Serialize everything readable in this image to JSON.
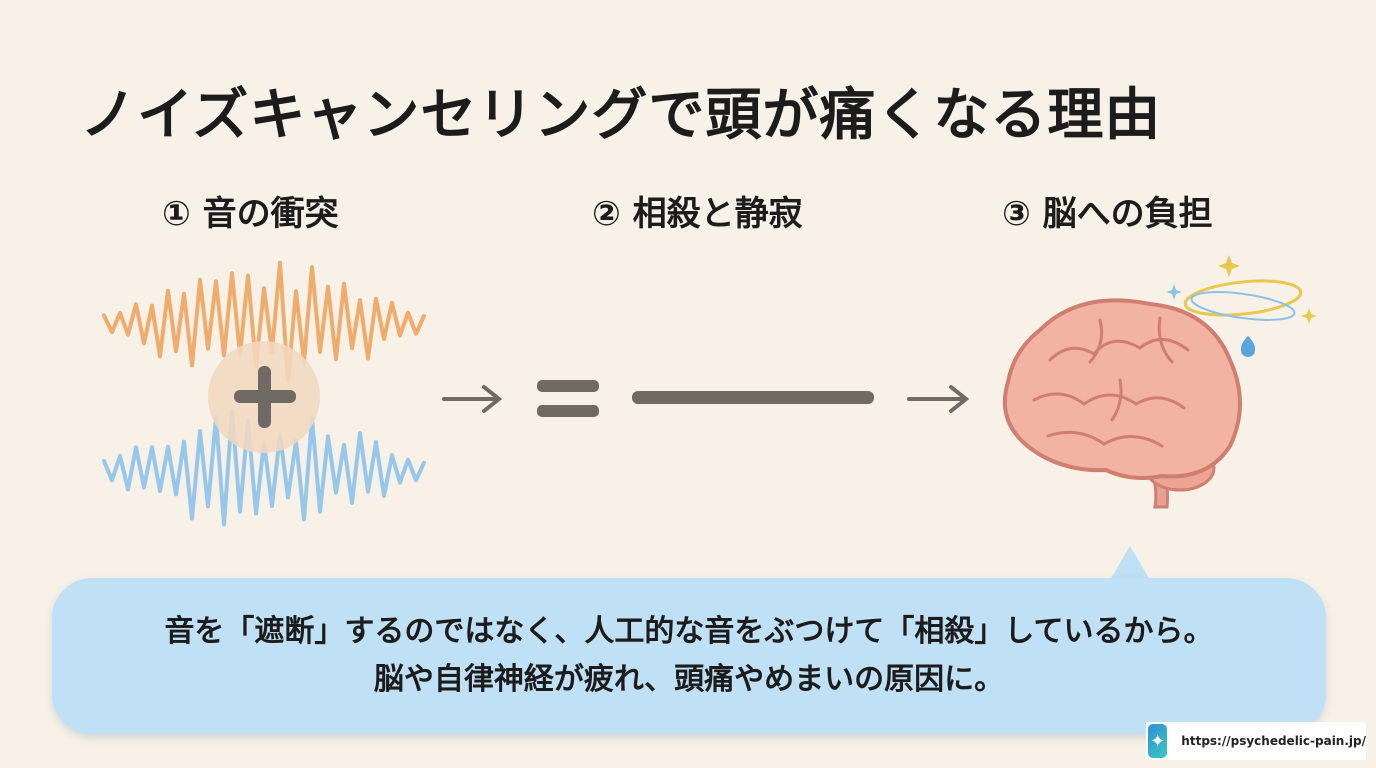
{
  "title": "ノイズキャンセリングで頭が痛くなる理由",
  "steps": [
    {
      "label": "① 音の衝突"
    },
    {
      "label": "② 相殺と静寂"
    },
    {
      "label": "③ 脳への負担"
    }
  ],
  "diagram": {
    "plus_symbol": "+",
    "equals_symbol": "=",
    "wave_colors": {
      "top": "#f0a35e",
      "bottom": "#8cc2ea",
      "flat": "#6f6a64"
    },
    "icons": [
      "plus-icon",
      "arrow-right-icon",
      "equals-icon",
      "flat-line-icon",
      "brain-icon",
      "dizzy-halo-icon",
      "sweat-drop-icon",
      "sparkle-icon"
    ]
  },
  "bubble": {
    "line1": "音を「遮断」するのではなく、人工的な音をぶつけて「相殺」しているから。",
    "line2": "脳や自律神経が疲れ、頭痛やめまいの原因に。",
    "color": "#bfe0f5"
  },
  "footer": {
    "url": "https://psychedelic-pain.jp/",
    "logo_icon": "device-hack-logo-icon"
  }
}
